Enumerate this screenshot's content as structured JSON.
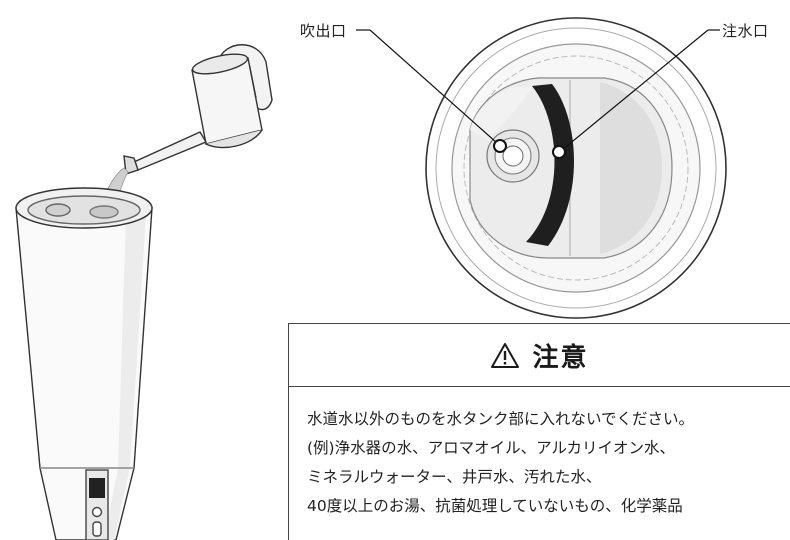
{
  "labels": {
    "outlet": "吹出口",
    "inlet": "注水口"
  },
  "caution": {
    "title": "注意",
    "icon": "warning-triangle-icon",
    "lines": [
      "水道水以外のものを水タンク部に入れないでください。",
      "(例)浄水器の水、アロマオイル、アルカリイオン水、",
      "ミネラルウォーター、井戸水、汚れた水、",
      "40度以上のお湯、抗菌処理していないもの、化学薬品"
    ]
  }
}
